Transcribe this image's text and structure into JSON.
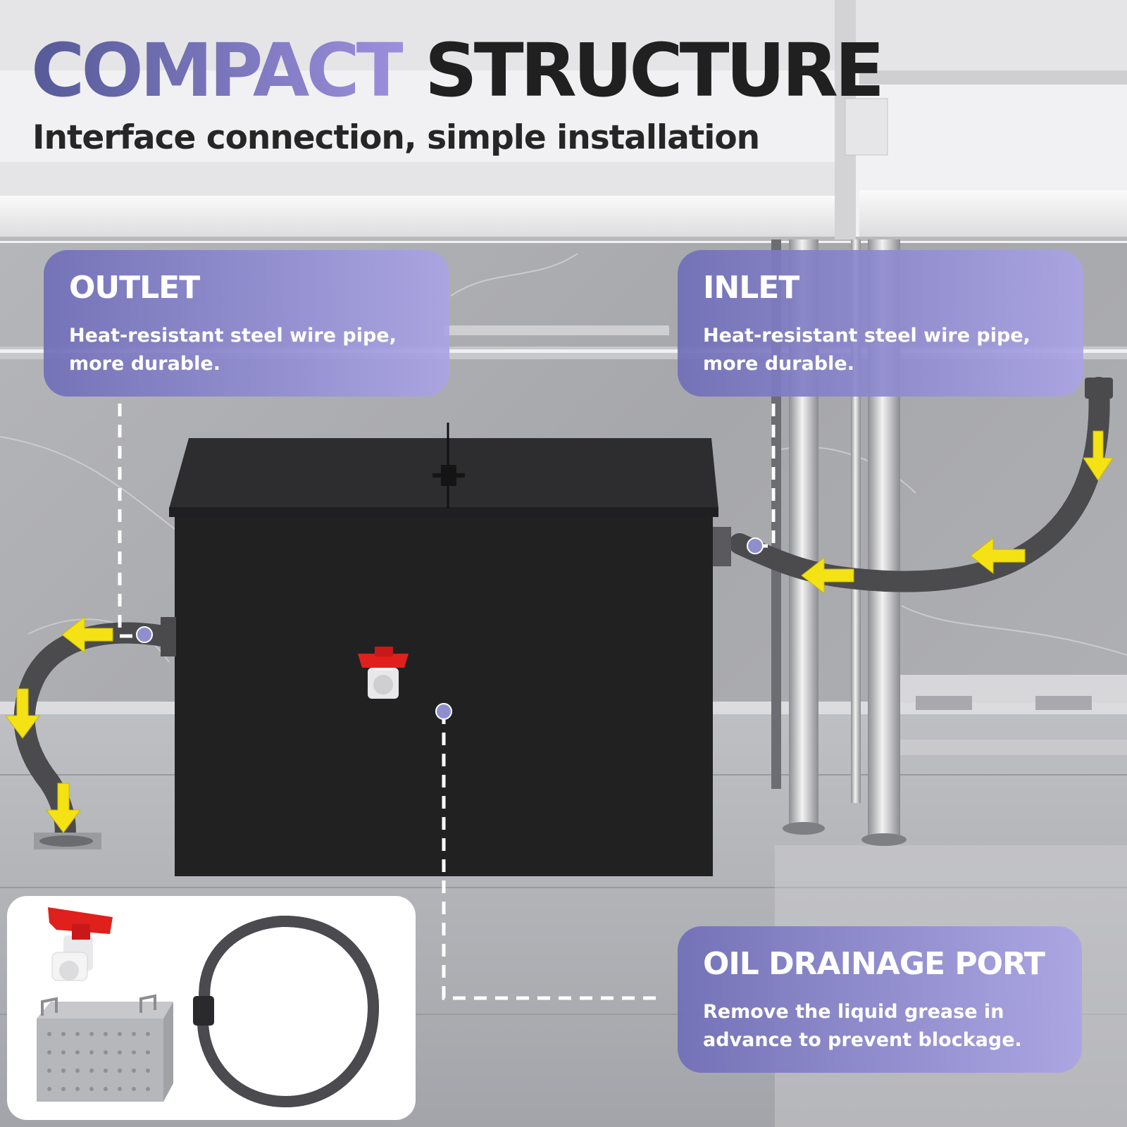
{
  "headline": {
    "word1": "COMPACT",
    "word2": "STRUCTURE"
  },
  "subheadline": "Interface connection, simple installation",
  "callouts": {
    "outlet": {
      "title": "OUTLET",
      "text_line1": "Heat-resistant steel wire pipe,",
      "text_line2": "more durable."
    },
    "inlet": {
      "title": "INLET",
      "text_line1": "Heat-resistant steel wire pipe,",
      "text_line2": "more durable."
    },
    "drain": {
      "title": "OIL DRAINAGE PORT",
      "text_line1": "Remove the liquid grease in",
      "text_line2": "advance to prevent blockage."
    }
  },
  "colors": {
    "accent_dark": "#565a98",
    "accent_light": "#9c8fdc",
    "arrow": "#f4e214",
    "valve": "#e0201c",
    "dot": "#8f8fcf"
  },
  "icons": [
    "grease-trap-box",
    "ball-valve",
    "filter-basket",
    "drain-hose",
    "flow-arrow",
    "floor-drain"
  ]
}
